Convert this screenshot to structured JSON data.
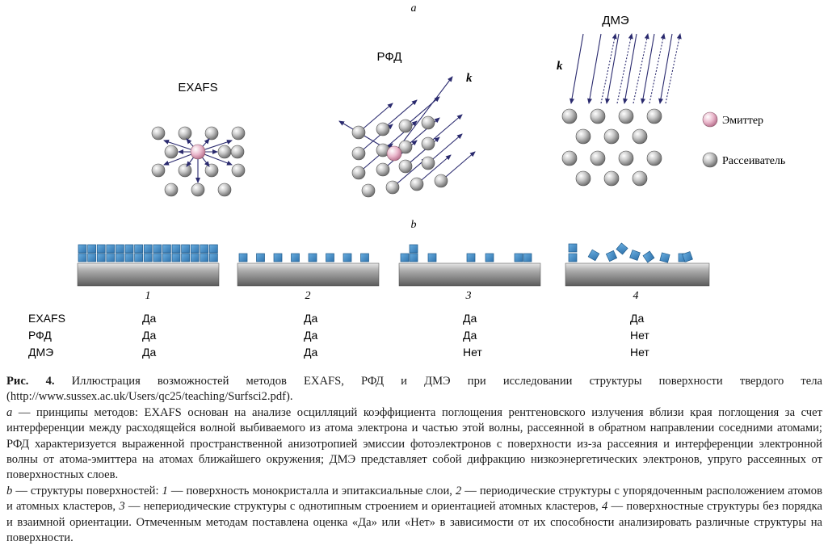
{
  "figure": {
    "panel_a_letter": "a",
    "panel_b_letter": "b",
    "methods": {
      "exafs": "EXAFS",
      "rfd": "РФД",
      "dme": "ДМЭ"
    },
    "wave_vector_label": "k",
    "legend": {
      "emitter": "Эмиттер",
      "scatterer": "Рассеиватель"
    },
    "surfaces": [
      "1",
      "2",
      "3",
      "4"
    ],
    "table": {
      "rows": [
        {
          "method": "EXAFS",
          "values": [
            "Да",
            "Да",
            "Да",
            "Да"
          ]
        },
        {
          "method": "РФД",
          "values": [
            "Да",
            "Да",
            "Да",
            "Нет"
          ]
        },
        {
          "method": "ДМЭ",
          "values": [
            "Да",
            "Да",
            "Нет",
            "Нет"
          ]
        }
      ]
    },
    "colors": {
      "arrow": "#2a2a6e",
      "atom": "#9e9e9e",
      "emitter": "#e8b4c8",
      "tile": "#4a90c8",
      "substrate": "#9a9a9a"
    }
  },
  "caption": {
    "label": "Рис. 4.",
    "title": " Иллюстрация возможностей методов EXAFS, РФД и ДМЭ при исследовании структуры поверхности твердого тела (http://www.sussex.ac.uk/Users/qc25/teaching/Surfsci2.pdf).",
    "a_letter": "a",
    "a_text": " — принципы методов: EXAFS основан на анализе осцилляций коэффициента поглощения рентгеновского излучения вблизи края поглощения за счет интерференции между расходящейся волной выбиваемого из атома электрона и частью этой волны, рассеянной в обратном направлении соседними атомами; РФД характеризуется выраженной пространственной анизотропией эмиссии фотоэлектронов с поверхности из-за рассеяния и интерференции электронной волны от атома-эмиттера на атомах ближайшего окружения; ДМЭ представляет собой дифракцию низкоэнергетических электронов, упруго рассеянных от поверхностных слоев.",
    "b_letter": "b",
    "b_intro": " — структуры поверхностей: ",
    "b_1": "1",
    "b_1_text": " — поверхность монокристалла и эпитаксиальные слои, ",
    "b_2": "2",
    "b_2_text": " — периодические структуры с упорядоченным расположением атомов и атомных кластеров, ",
    "b_3": "3",
    "b_3_text": " — непериодические структуры с однотипным строением и ориентацией атомных кластеров, ",
    "b_4": "4",
    "b_4_text": " — поверхностные структуры без порядка и взаимной ориентации. Отмеченным методам поставлена оценка «Да» или «Нет» в зависимости от их способности анализировать различные структуры на поверхности."
  }
}
